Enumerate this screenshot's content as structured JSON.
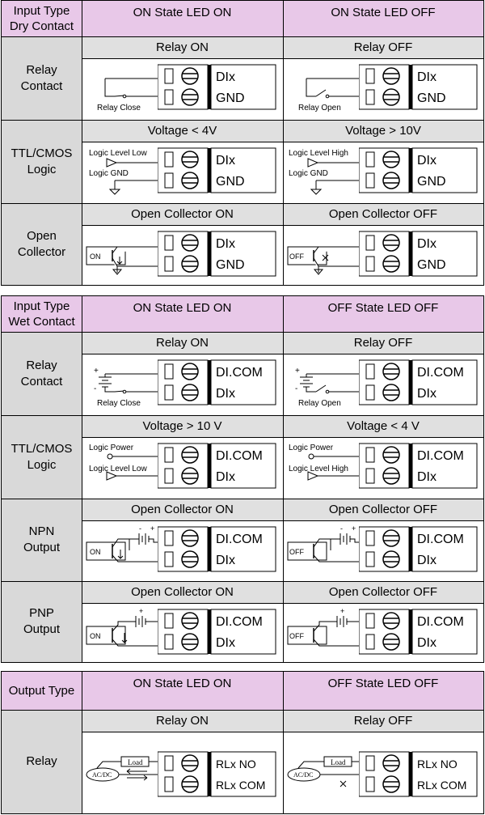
{
  "dry": {
    "header": {
      "type": "Input Type\nDry Contact",
      "on": "ON State LED ON",
      "off": "ON State LED OFF"
    },
    "rows": [
      {
        "label": "Relay\nContact",
        "on_title": "Relay ON",
        "off_title": "Relay OFF",
        "on_term1": "DIx",
        "on_term2": "GND",
        "off_term1": "DIx",
        "off_term2": "GND",
        "on_caption": "Relay Close",
        "off_caption": "Relay Open"
      },
      {
        "label": "TTL/CMOS\nLogic",
        "on_title": "Voltage < 4V",
        "off_title": "Voltage > 10V",
        "on_term1": "DIx",
        "on_term2": "GND",
        "off_term1": "DIx",
        "off_term2": "GND",
        "on_sig1": "Logic Level Low",
        "on_sig2": "Logic GND",
        "off_sig1": "Logic Level High",
        "off_sig2": "Logic GND"
      },
      {
        "label": "Open\nCollector",
        "on_title": "Open Collector ON",
        "off_title": "Open Collector OFF",
        "on_term1": "DIx",
        "on_term2": "GND",
        "off_term1": "DIx",
        "off_term2": "GND",
        "on_box": "ON",
        "off_box": "OFF"
      }
    ]
  },
  "wet": {
    "header": {
      "type": "Input Type\nWet Contact",
      "on": "ON State LED ON",
      "off": "OFF State LED OFF"
    },
    "rows": [
      {
        "label": "Relay\nContact",
        "on_title": "Relay ON",
        "off_title": "Relay OFF",
        "on_term1": "DI.COM",
        "on_term2": "DIx",
        "off_term1": "DI.COM",
        "off_term2": "DIx",
        "on_caption": "Relay Close",
        "off_caption": "Relay Open"
      },
      {
        "label": "TTL/CMOS\nLogic",
        "on_title": "Voltage > 10 V",
        "off_title": "Voltage < 4 V",
        "on_term1": "DI.COM",
        "on_term2": "DIx",
        "off_term1": "DI.COM",
        "off_term2": "DIx",
        "on_sig1": "Logic Power",
        "on_sig2": "Logic Level Low",
        "off_sig1": "Logic Power",
        "off_sig2": "Logic Level High"
      },
      {
        "label": "NPN\nOutput",
        "on_title": "Open Collector ON",
        "off_title": "Open Collector OFF",
        "on_term1": "DI.COM",
        "on_term2": "DIx",
        "off_term1": "DI.COM",
        "off_term2": "DIx",
        "on_box": "ON",
        "off_box": "OFF"
      },
      {
        "label": "PNP\nOutput",
        "on_title": "Open Collector ON",
        "off_title": "Open Collector OFF",
        "on_term1": "DI.COM",
        "on_term2": "DIx",
        "off_term1": "DI.COM",
        "off_term2": "DIx",
        "on_box": "ON",
        "off_box": "OFF"
      }
    ]
  },
  "out": {
    "header": {
      "type": "Output Type",
      "on": "ON State LED ON",
      "off": "OFF State LED OFF"
    },
    "rows": [
      {
        "label": "Relay",
        "on_title": "Relay ON",
        "off_title": "Relay OFF",
        "on_term1": "RLx NO",
        "on_term2": "RLx COM",
        "off_term1": "RLx NO",
        "off_term2": "RLx COM",
        "load": "Load",
        "source": "AC/DC"
      }
    ]
  }
}
